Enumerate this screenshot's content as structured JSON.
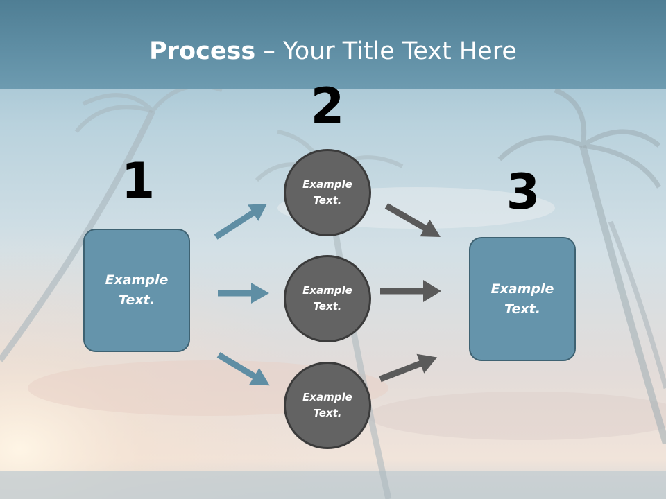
{
  "slide": {
    "title_bold": "Process",
    "title_rest": " – Your Title Text Here"
  },
  "steps": {
    "step1": {
      "number": "1",
      "text": "Example Text."
    },
    "step2": {
      "number": "2",
      "items": [
        "Example Text.",
        "Example Text.",
        "Example Text."
      ]
    },
    "step3": {
      "number": "3",
      "text": "Example Text."
    }
  },
  "colors": {
    "box_fill": "#6594ab",
    "circle_fill": "#636363",
    "arrow_blue": "#5f8ea4",
    "arrow_gray": "#5a5a5a",
    "title_band": "#5f8ea4"
  }
}
